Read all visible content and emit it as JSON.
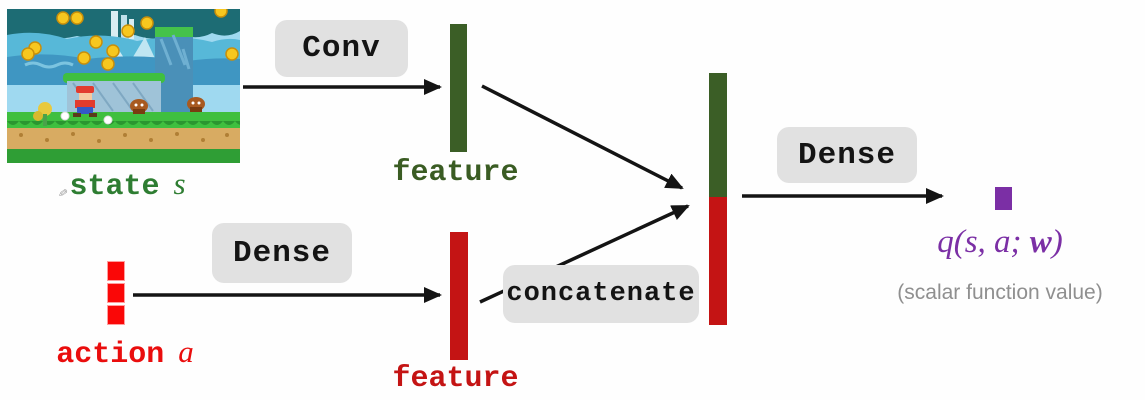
{
  "diagram": {
    "boxes": {
      "conv": "Conv",
      "dense_action": "Dense",
      "dense_output": "Dense",
      "concatenate": "concatenate"
    },
    "labels": {
      "state": {
        "word": "state",
        "symbol": "s"
      },
      "action": {
        "word": "action",
        "symbol": "a"
      },
      "state_feature": "feature",
      "action_feature": "feature"
    },
    "output": {
      "q_open": "q(s, a; ",
      "q_w": "w",
      "q_close": ")",
      "note": "(scalar function value)"
    },
    "icons": {
      "pen_cursor": "✎",
      "state_image": "mario-game-screenshot",
      "output_marker": "purple-scalar-square"
    },
    "colors": {
      "state_text_green": "#2e7d32",
      "feature_text_green": "#3a5c23",
      "bar_green": "#3b5e26",
      "bar_red": "#c41414",
      "action_vector_red": "#fa0707",
      "action_text_red": "#ea0d0d",
      "purple": "#7b2fa5",
      "box_gray": "#e1e1e1",
      "arrow_black": "#141414",
      "note_gray": "#8f8f8f"
    }
  }
}
